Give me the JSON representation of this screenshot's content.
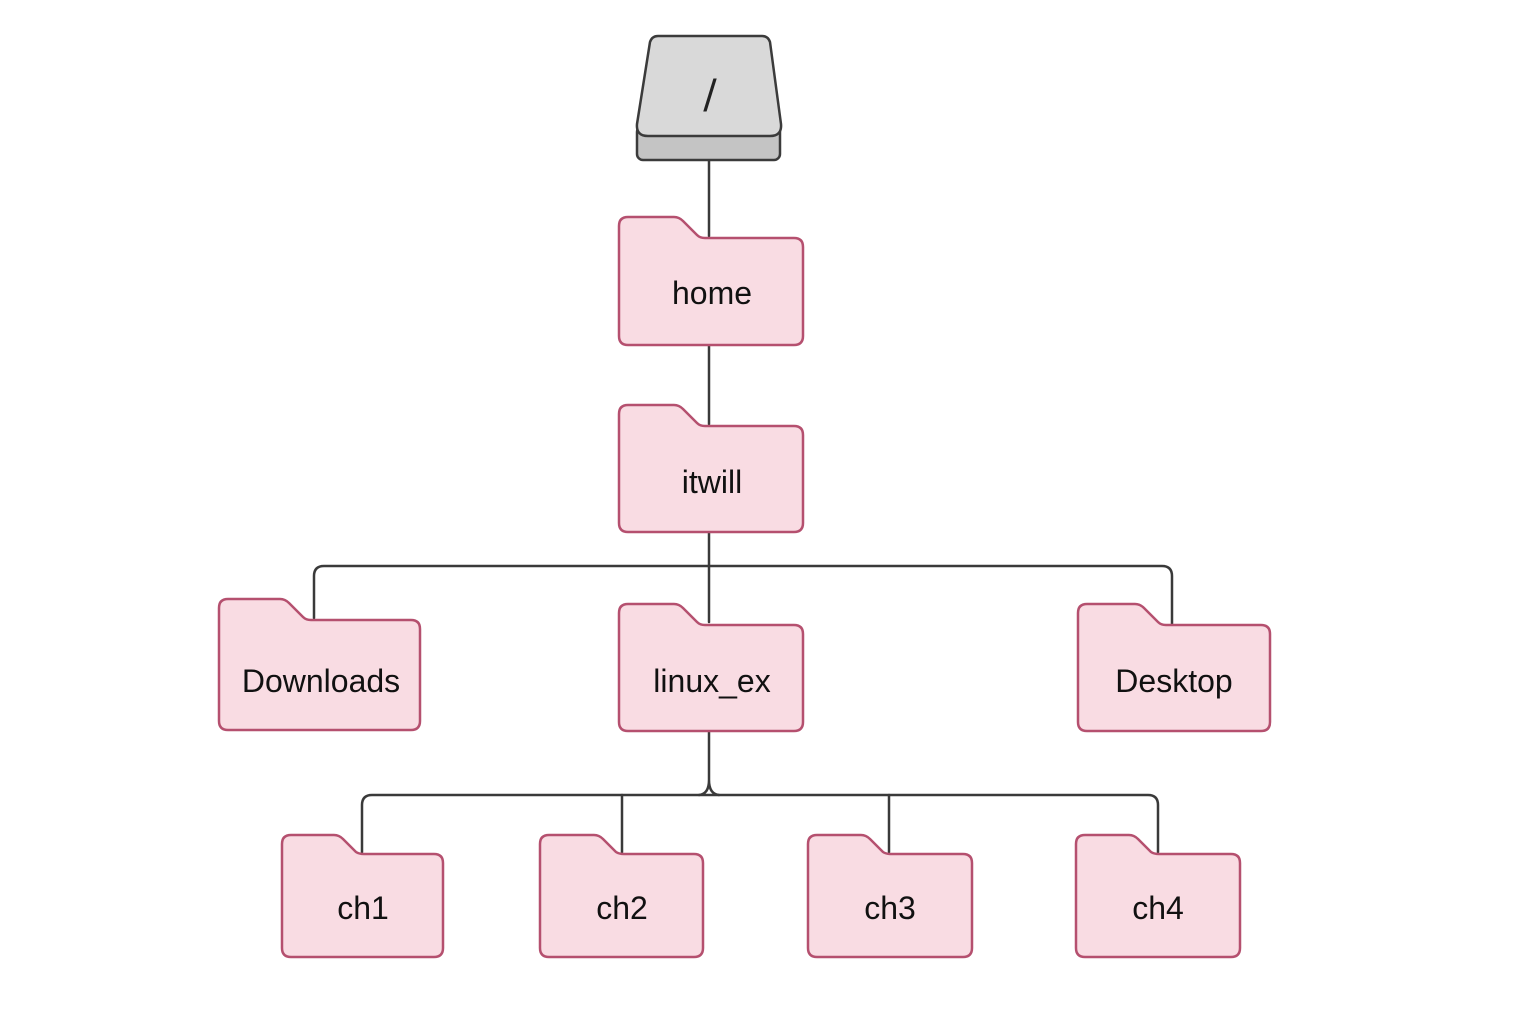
{
  "root": {
    "label": "/",
    "icon": "drive-icon"
  },
  "folders": {
    "home": {
      "label": "home",
      "icon": "folder-icon"
    },
    "itwill": {
      "label": "itwill",
      "icon": "folder-icon"
    },
    "downloads": {
      "label": "Downloads",
      "icon": "folder-icon"
    },
    "linux_ex": {
      "label": "linux_ex",
      "icon": "folder-icon"
    },
    "desktop": {
      "label": "Desktop",
      "icon": "folder-icon"
    },
    "ch1": {
      "label": "ch1",
      "icon": "folder-icon"
    },
    "ch2": {
      "label": "ch2",
      "icon": "folder-icon"
    },
    "ch3": {
      "label": "ch3",
      "icon": "folder-icon"
    },
    "ch4": {
      "label": "ch4",
      "icon": "folder-icon"
    }
  },
  "colors": {
    "folder_fill": "#f9dce3",
    "folder_stroke": "#b5506f",
    "connector": "#3a3a3a",
    "drive_fill": "#d9d9d9"
  }
}
